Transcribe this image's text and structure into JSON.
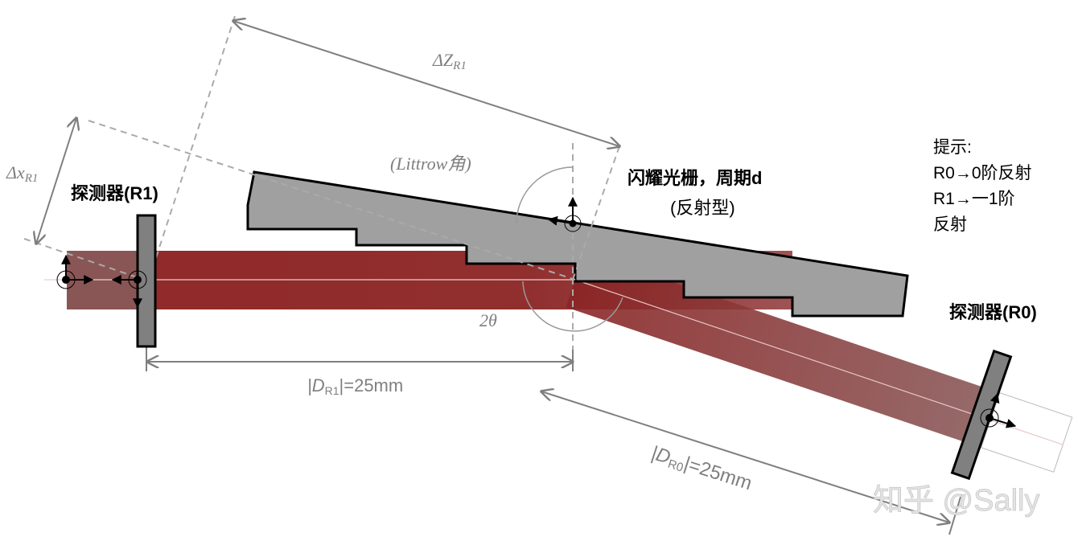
{
  "labels": {
    "delta_z": "ΔZ",
    "delta_z_sub": "R1",
    "delta_x": "Δx",
    "delta_x_sub": "R1",
    "littrow": "(Littrow角)",
    "two_theta": "2θ",
    "grating_title": "闪耀光栅，周期d",
    "grating_type": "(反射型)",
    "detector_r1": "探测器(R1)",
    "detector_r0": "探测器(R0)",
    "d_r1_prefix": "|D",
    "d_r1_sub": "R1",
    "d_r1_suffix": "|=25mm",
    "d_r0_prefix": "|D",
    "d_r0_sub": "R0",
    "d_r0_suffix": "|=25mm"
  },
  "hint": {
    "title": "提示:",
    "line1": "R0→0阶反射",
    "line2": "R1→一1阶",
    "line3": "反射"
  },
  "watermark": "知乎 @Sally",
  "colors": {
    "beam": "#8b2222",
    "beam_faded": "#8a5555",
    "grating": "#a0a0a0",
    "detector": "#808080",
    "dimension": "#7f7f7f"
  }
}
